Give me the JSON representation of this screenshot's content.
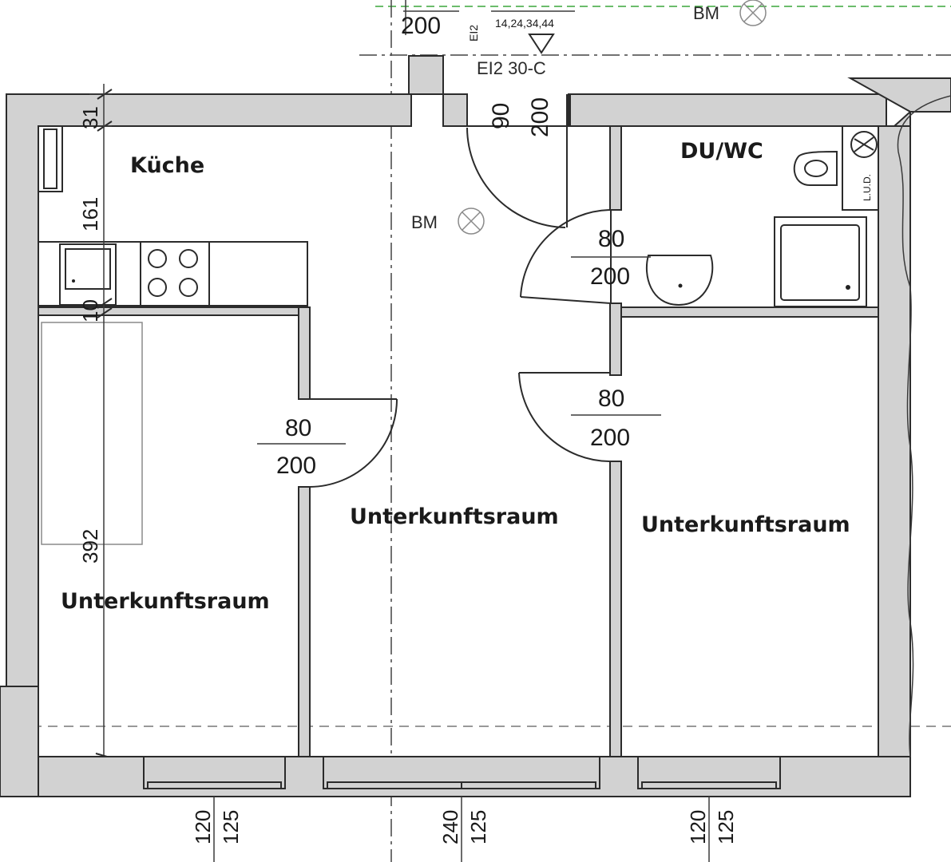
{
  "rooms": {
    "kitchen": "Küche",
    "bath": "DU/WC",
    "left": "Unterkunftsraum",
    "middle": "Unterkunftsraum",
    "right": "Unterkunftsraum"
  },
  "markers": {
    "bm_top": "BM",
    "bm_middle": "BM",
    "fire_rating": "EI2 30-C",
    "fire_rating_top": "EI2",
    "grid_ref": "14,24,34,44",
    "fan_label": "L.U.D."
  },
  "doors": {
    "entrance": {
      "width": "90",
      "height": "200"
    },
    "bath": {
      "width": "80",
      "height": "200"
    },
    "right_room": {
      "width": "80",
      "height": "200"
    },
    "left_room": {
      "width": "80",
      "height": "200"
    },
    "top": {
      "height": "200"
    }
  },
  "dimensions": {
    "wall_top": "31",
    "kitchen_depth": "161",
    "gap": "10",
    "room_depth": "392"
  },
  "windows": [
    {
      "width": "120",
      "height": "125"
    },
    {
      "width": "240",
      "height": "125"
    },
    {
      "width": "120",
      "height": "125"
    }
  ],
  "colors": {
    "wall_fill": "#d2d2d2",
    "line": "#2b2b2b",
    "grid_line_green": "#3aa63a"
  }
}
